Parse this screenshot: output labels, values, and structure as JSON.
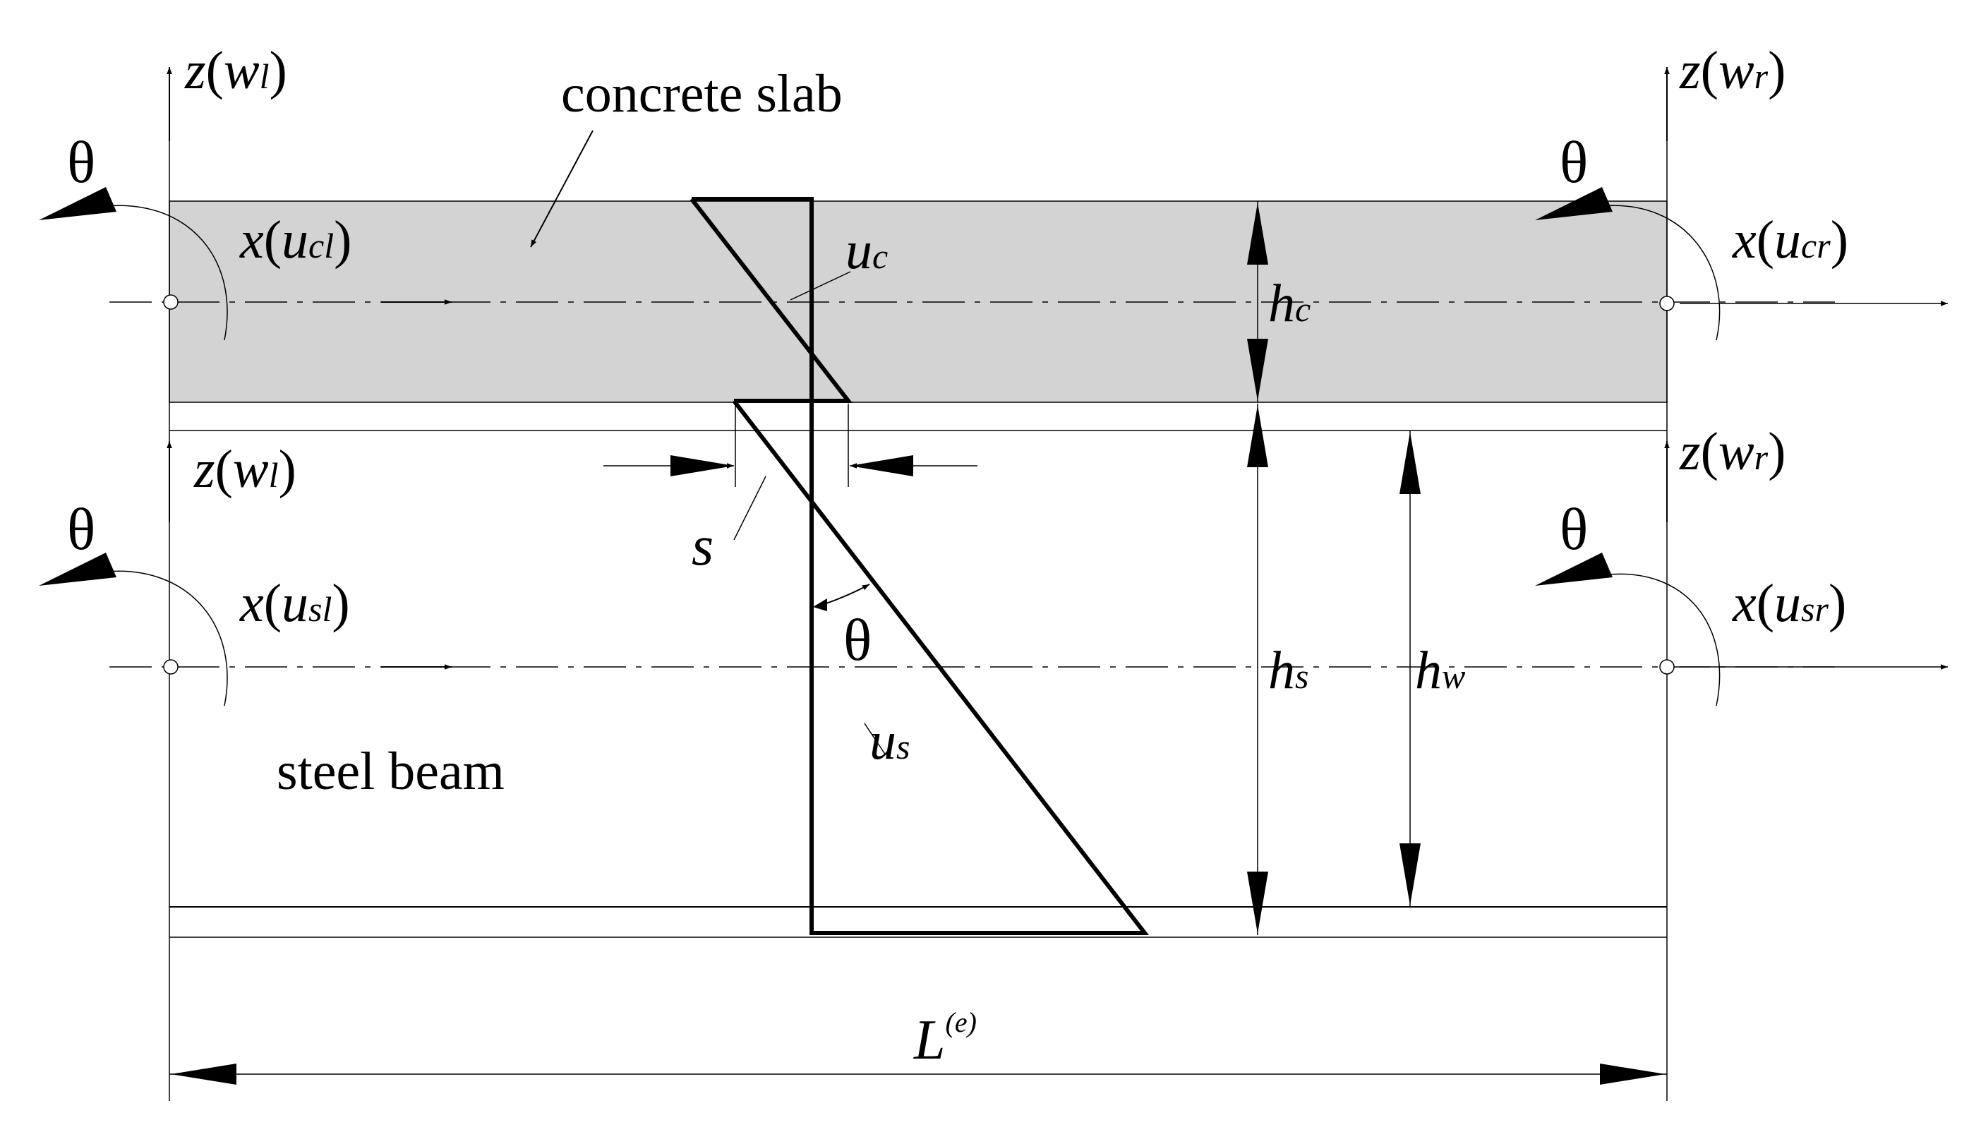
{
  "title_labels": {
    "concrete_slab": "concrete slab",
    "steel_beam": "steel beam"
  },
  "coordinates": {
    "z_left": "z",
    "w_left": "w",
    "w_left_sub": "l",
    "z_right": "z",
    "w_right": "w",
    "w_right_sub": "r",
    "x": "x",
    "u": "u",
    "ucl_sub": "cl",
    "ucr_sub": "cr",
    "usl_sub": "sl",
    "usr_sub": "sr",
    "theta": "θ"
  },
  "displacements": {
    "uc": "u",
    "uc_sub": "c",
    "us": "u",
    "us_sub": "s",
    "slip": "s",
    "rotation": "θ"
  },
  "dimensions": {
    "hc": "h",
    "hc_sub": "c",
    "hs": "h",
    "hs_sub": "s",
    "hw": "h",
    "hw_sub": "w",
    "length": "L",
    "length_sup": "(e)"
  },
  "paren_open": "(",
  "paren_close": ")",
  "colors": {
    "slab_fill": "#d3d3d3",
    "ink": "#000000"
  }
}
